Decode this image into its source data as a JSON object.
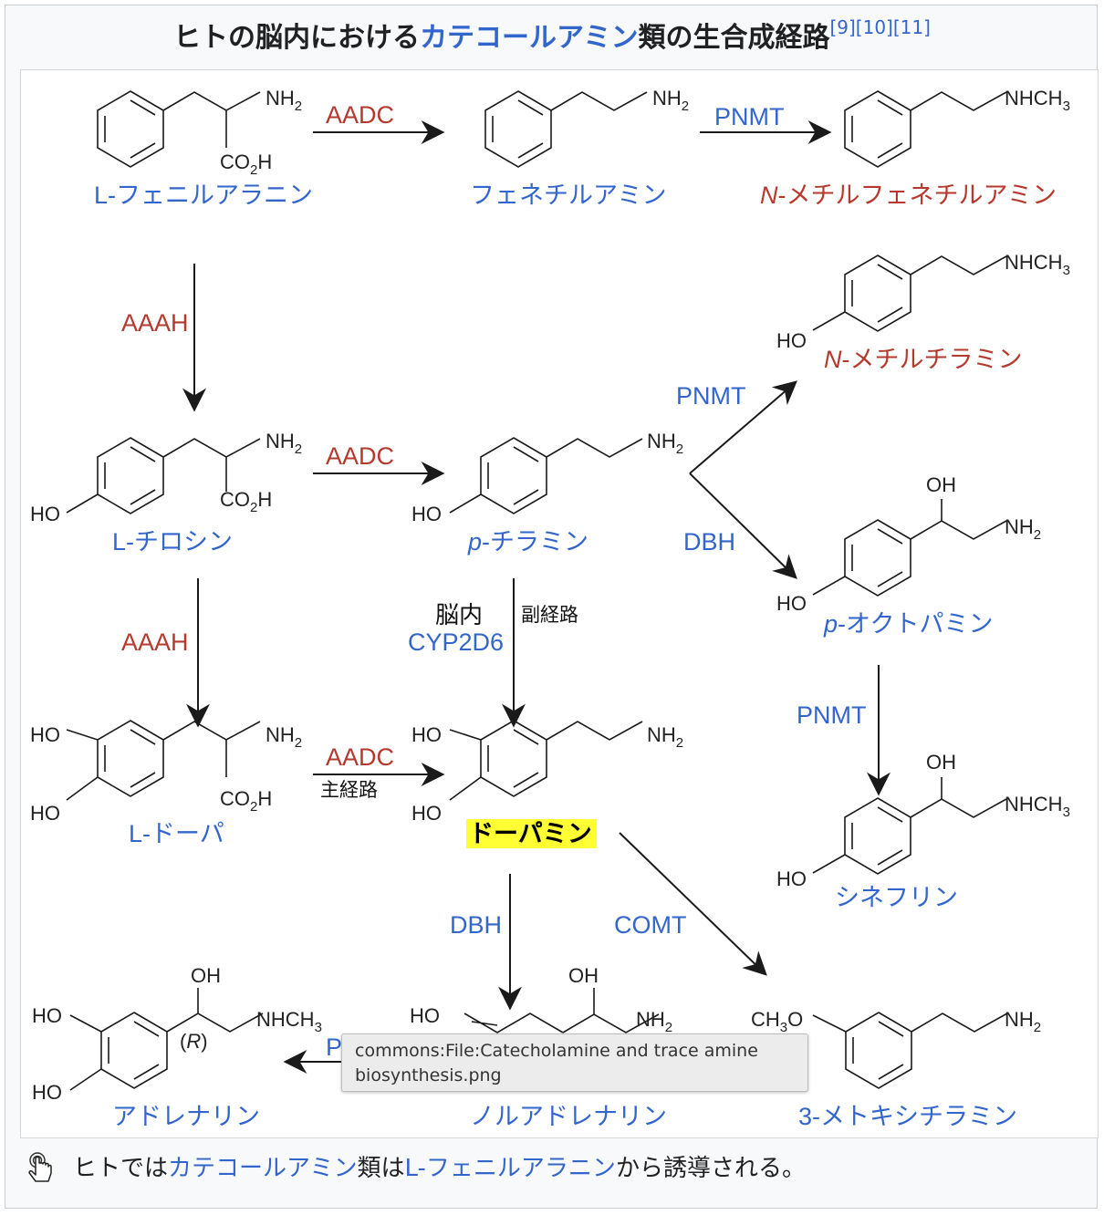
{
  "figure": {
    "title": {
      "part1": "ヒトの脳内における",
      "link": "カテコールアミン",
      "part2": "類の生合成経路",
      "refs": "[9][10][11]"
    }
  },
  "diagram": {
    "compounds": {
      "phenylalanine": "L-フェニルアラニン",
      "phenethylamine": "フェネチルアミン",
      "n_methylphenethylamine": "-メチルフェネチルアミン",
      "n_methyltyramine": "-メチルチラミン",
      "tyrosine": "L-チロシン",
      "tyramine": "-チラミン",
      "octopamine": "-オクトパミン",
      "synephrine": "シネフリン",
      "ldopa": "L-ドーパ",
      "dopamine": "ドーパミン",
      "adrenaline": "アドレナリン",
      "noradrenaline": "ノルアドレナリン",
      "methoxytyramine": "3-メトキシチラミン",
      "n_prefix": "N",
      "p_prefix": "p"
    },
    "enzymes": {
      "aadc": "AADC",
      "pnmt": "PNMT",
      "aaah": "AAAH",
      "dbh": "DBH",
      "comt": "COMT",
      "cyp2d6": "CYP2D6",
      "pnmt_partial": "PN"
    },
    "notes": {
      "brain": "脳内",
      "minor_route": "副経路",
      "main_route": "主経路"
    },
    "groups": {
      "nh2": "NH",
      "nhch3": "NHCH",
      "co2h_co": "CO",
      "co2h_h": "H",
      "ho": "HO",
      "oh": "OH",
      "ch3o": "CH",
      "ch3o_o": "O",
      "sub2": "2",
      "sub3": "3",
      "r_config": "R"
    },
    "colors": {
      "compound_link": "#3366cc",
      "missing_link": "#b6392d",
      "highlight": "#ffff33",
      "bond": "#1a1a1a"
    }
  },
  "tooltip": {
    "line1": "commons:File:Catecholamine and trace amine",
    "line2": "biosynthesis.png"
  },
  "caption": {
    "icon": "tap-finger-icon",
    "text1": "ヒトでは",
    "link1": "カテコールアミン",
    "text2": "類は",
    "link2": "L-フェニルアラニン",
    "text3": "から誘導される。"
  }
}
